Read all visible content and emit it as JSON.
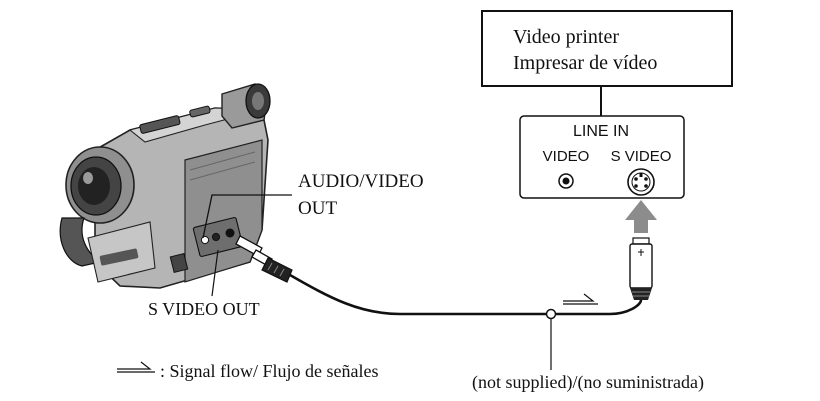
{
  "printer_box": {
    "line1": "Video printer",
    "line2": "Impresar de vídeo"
  },
  "panel": {
    "title": "LINE IN",
    "video_label": "VIDEO",
    "svideo_label": "S VIDEO"
  },
  "labels": {
    "audio_video_out_line1": "AUDIO/VIDEO",
    "audio_video_out_line2": "OUT",
    "s_video_out": "S VIDEO OUT",
    "cable_note": "(not supplied)/(no suministrada)"
  },
  "legend": {
    "signal_flow": ": Signal flow/ Flujo de señales",
    "arrow_icon": "hollow-right-arrow-icon"
  },
  "colors": {
    "ink": "#111111",
    "body_grey": "#9a9a9a",
    "arrow_grey": "#8c8c8c"
  }
}
